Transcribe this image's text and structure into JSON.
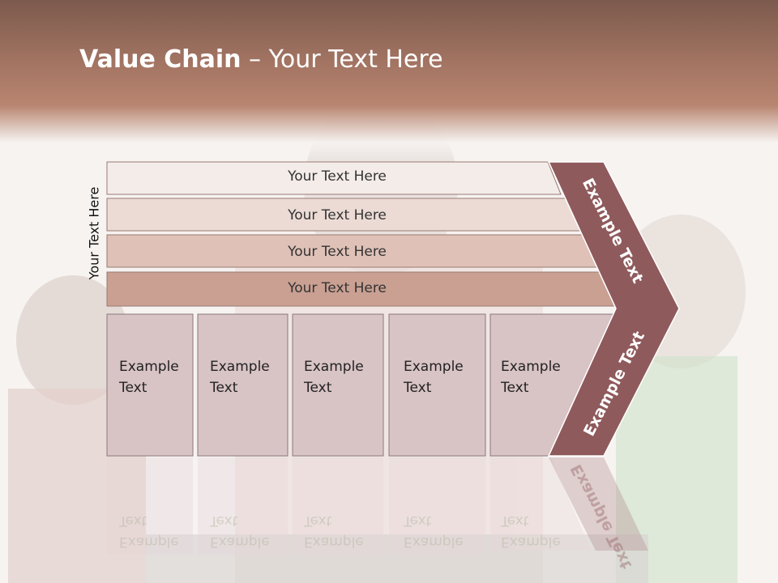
{
  "title": {
    "bold": "Value Chain",
    "rest": " – Your Text Here"
  },
  "side_label": "Your Text Here",
  "bars": [
    {
      "label": "Your Text Here"
    },
    {
      "label": "Your Text Here"
    },
    {
      "label": "Your Text Here"
    },
    {
      "label": "Your Text Here"
    }
  ],
  "boxes": [
    {
      "line1": "Example",
      "line2": "Text"
    },
    {
      "line1": "Example",
      "line2": "Text"
    },
    {
      "line1": "Example",
      "line2": "Text"
    },
    {
      "line1": "Example",
      "line2": "Text"
    },
    {
      "line1": "Example",
      "line2": "Text"
    }
  ],
  "arrow": {
    "upper": "Example Text",
    "lower": "Example Text"
  },
  "colors": {
    "arrow": "#8f5a5c",
    "box_fill": "#d8c3c5",
    "bar_fills": [
      "#f4ece9",
      "#ecdbd5",
      "#dfc1b7",
      "#c9a092"
    ]
  }
}
